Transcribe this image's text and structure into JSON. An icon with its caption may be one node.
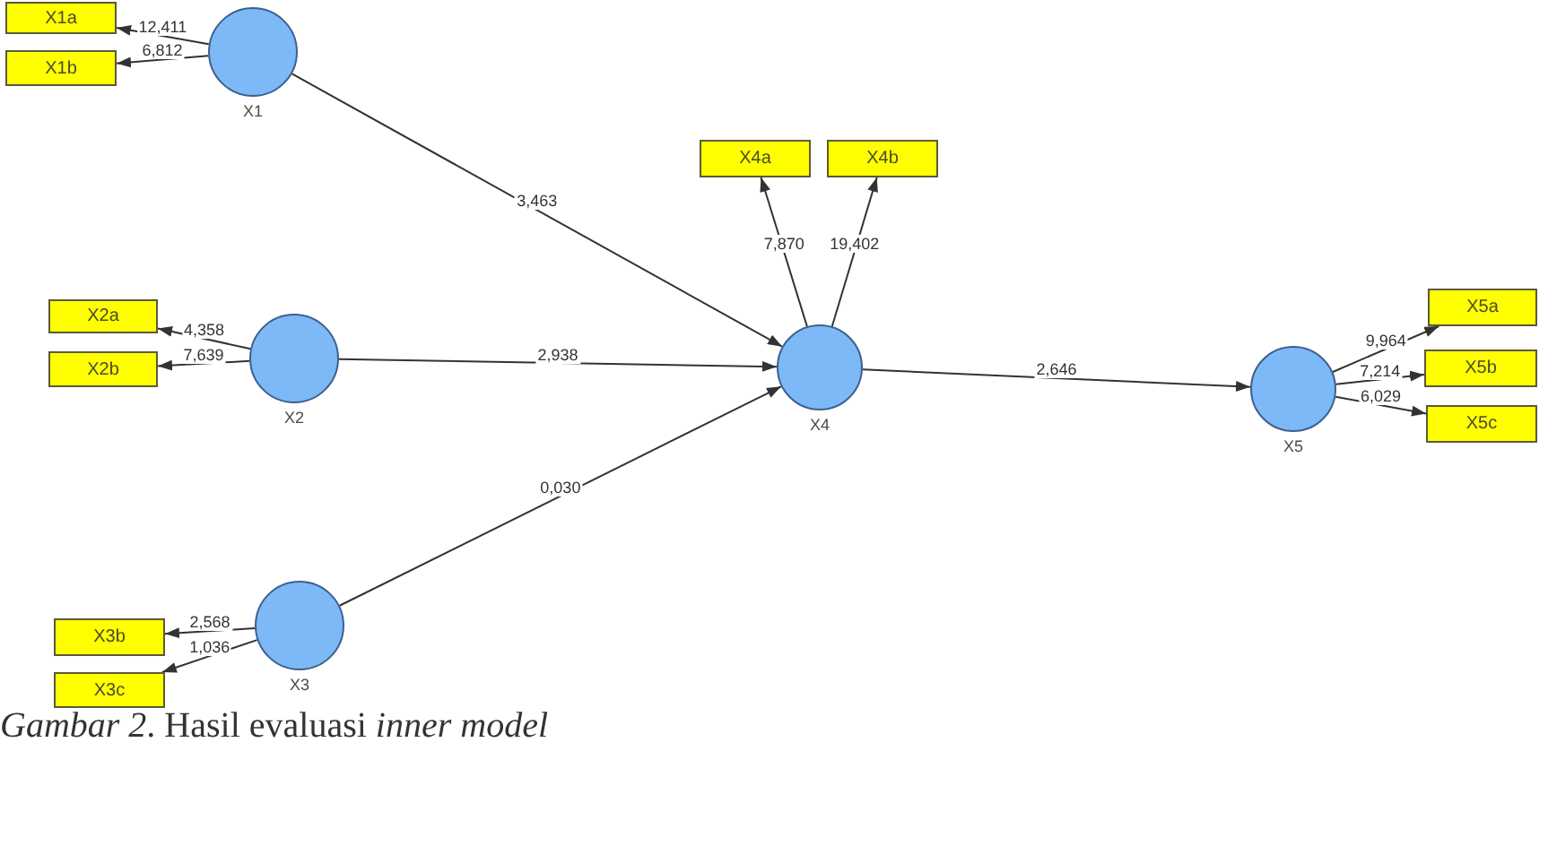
{
  "diagram": {
    "caption": "*Gambar 2*. Hasil evaluasi *inner model*",
    "nodes": [
      {
        "text": [
          "X1a"
        ]
      },
      {
        "text": [
          "X1b"
        ]
      },
      {
        "text": [
          "X1"
        ]
      },
      {
        "text": [
          "X2a"
        ]
      },
      {
        "text": [
          "X2b"
        ]
      },
      {
        "text": [
          "X2"
        ]
      },
      {
        "text": [
          "X3b"
        ]
      },
      {
        "text": [
          "X3c"
        ]
      },
      {
        "text": [
          "X3"
        ]
      },
      {
        "text": [
          "X4a"
        ]
      },
      {
        "text": [
          "X4b"
        ]
      },
      {
        "text": [
          "X4"
        ]
      },
      {
        "text": [
          "X5a"
        ]
      },
      {
        "text": [
          "X5b"
        ]
      },
      {
        "text": [
          "X5c"
        ]
      },
      {
        "text": [
          "X5"
        ]
      }
    ],
    "edges": [
      {
        "from": 2,
        "to": 0,
        "arrow": "to",
        "label": "12,411"
      },
      {
        "from": 2,
        "to": 1,
        "arrow": "to",
        "label": "6,812"
      },
      {
        "from": 5,
        "to": 3,
        "arrow": "to",
        "label": "4,358"
      },
      {
        "from": 5,
        "to": 4,
        "arrow": "to",
        "label": "7,639"
      },
      {
        "from": 8,
        "to": 6,
        "arrow": "to",
        "label": "2,568"
      },
      {
        "from": 8,
        "to": 7,
        "arrow": "to",
        "label": "1,036"
      },
      {
        "from": 11,
        "to": 9,
        "arrow": "to",
        "label": "7,870"
      },
      {
        "from": 11,
        "to": 10,
        "arrow": "to",
        "label": "19,402"
      },
      {
        "from": 15,
        "to": 12,
        "arrow": "to",
        "label": "9,964"
      },
      {
        "from": 15,
        "to": 13,
        "arrow": "to",
        "label": "7,214"
      },
      {
        "from": 15,
        "to": 14,
        "arrow": "to",
        "label": "6,029"
      },
      {
        "from": 2,
        "to": 11,
        "arrow": "to",
        "label": "3,463"
      },
      {
        "from": 5,
        "to": 11,
        "arrow": "to",
        "label": "2,938"
      },
      {
        "from": 8,
        "to": 11,
        "arrow": "to",
        "label": "0,030"
      },
      {
        "from": 11,
        "to": 15,
        "arrow": "to",
        "label": "2,646"
      }
    ]
  }
}
